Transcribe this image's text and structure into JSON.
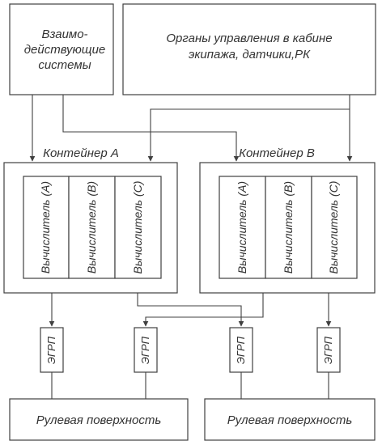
{
  "interacting_systems": {
    "line1": "Взаимо-",
    "line2": "действующие",
    "line3": "системы"
  },
  "controls": {
    "line1": "Органы управления в кабине",
    "line2": "экипажа, датчики,РК"
  },
  "container_a": {
    "title": "Контейнер А",
    "computers": [
      "Вычислитель (А)",
      "Вычислитель (В)",
      "Вычислитель (С)"
    ]
  },
  "container_b": {
    "title": "Контейнер В",
    "computers": [
      "Вычислитель (А)",
      "Вычислитель (В)",
      "Вычислитель (С)"
    ]
  },
  "actuators": [
    "ЭГРП",
    "ЭГРП",
    "ЭГРП",
    "ЭГРП"
  ],
  "surfaces": [
    "Рулевая поверхность",
    "Рулевая поверхность"
  ],
  "colors": {
    "stroke": "#404040",
    "text": "#333333",
    "background": "#ffffff"
  }
}
